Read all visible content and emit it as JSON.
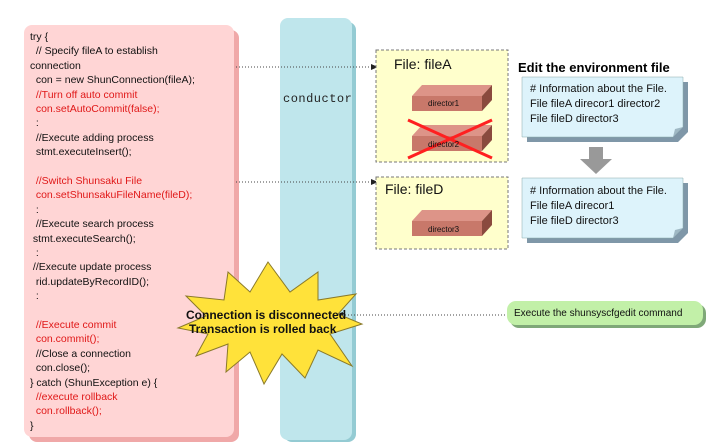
{
  "code": [
    {
      "text": "try {",
      "color": "black"
    },
    {
      "text": "  // Specify fileA to establish",
      "color": "black"
    },
    {
      "text": "connection",
      "color": "black"
    },
    {
      "text": "  con = new ShunConnection(fileA);",
      "color": "black"
    },
    {
      "text": "  //Turn off auto commit",
      "color": "red"
    },
    {
      "text": "  con.setAutoCommit(false);",
      "color": "red"
    },
    {
      "text": "  :",
      "color": "black"
    },
    {
      "text": "  //Execute adding process",
      "color": "black"
    },
    {
      "text": "  stmt.executeInsert();",
      "color": "black"
    },
    {
      "text": "",
      "color": "black"
    },
    {
      "text": "  //Switch Shunsaku File",
      "color": "red"
    },
    {
      "text": "  con.setShunsakuFileName(fileD);",
      "color": "red"
    },
    {
      "text": "  :",
      "color": "black"
    },
    {
      "text": "  //Execute search process",
      "color": "black"
    },
    {
      "text": " stmt.executeSearch();",
      "color": "black"
    },
    {
      "text": "  :",
      "color": "black"
    },
    {
      "text": " //Execute update process",
      "color": "black"
    },
    {
      "text": "  rid.updateByRecordID();",
      "color": "black"
    },
    {
      "text": "  :",
      "color": "black"
    },
    {
      "text": "",
      "color": "black"
    },
    {
      "text": "  //Execute commit",
      "color": "red"
    },
    {
      "text": "  con.commit();",
      "color": "red"
    },
    {
      "text": "  //Close a connection",
      "color": "black"
    },
    {
      "text": "  con.close();",
      "color": "black"
    },
    {
      "text": "} catch (ShunException e) {",
      "color": "black"
    },
    {
      "text": "  //execute rollback",
      "color": "red"
    },
    {
      "text": "  con.rollback();",
      "color": "red"
    },
    {
      "text": "}",
      "color": "black"
    }
  ],
  "conductor_label": "conductor",
  "fileA": {
    "title": "File: fileA",
    "dir1": "director1",
    "dir2": "director2"
  },
  "fileD": {
    "title": "File: fileD",
    "dir3": "director3"
  },
  "edit_title": "Edit the environment file",
  "note_before": [
    "# Information about the File.",
    "File fileA direcor1 director2",
    "File fileD director3"
  ],
  "note_after": [
    "# Information about the File.",
    "File fileA direcor1",
    "File fileD director3"
  ],
  "burst": {
    "line1": "Connection is disconnected",
    "line2": "Transaction is rolled back"
  },
  "command": "Execute the shunsyscfgedit command",
  "colors": {
    "code_bg": "#ffd5d5",
    "conductor_bg": "#bfe6ec",
    "file_bg": "#ffffcc",
    "note_bg": "#ddf3fb",
    "director_face": "#c8786a",
    "burst_fill": "#ffe23a",
    "command_bg": "#c2f0a8",
    "red_text": "#e01818",
    "cross": "#ff2020"
  }
}
